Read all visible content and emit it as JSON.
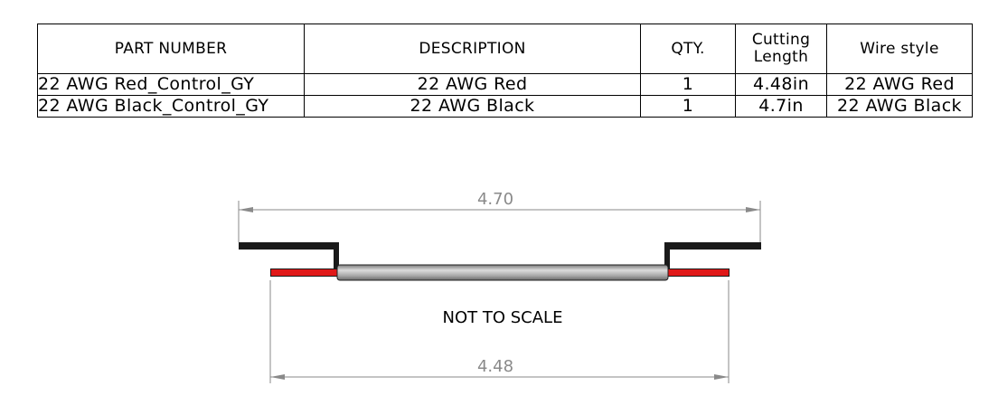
{
  "bom": {
    "headers": {
      "part_number": "PART NUMBER",
      "description": "DESCRIPTION",
      "qty": "QTY.",
      "cutting_length_1": "Cutting",
      "cutting_length_2": "Length",
      "wire_style": "Wire style"
    },
    "rows": [
      {
        "part_number": "22 AWG Red_Control_GY",
        "description": "22 AWG Red",
        "qty": "1",
        "cutting_length": "4.48in",
        "wire_style": "22 AWG Red"
      },
      {
        "part_number": "22 AWG Black_Control_GY",
        "description": "22 AWG Black",
        "qty": "1",
        "cutting_length": "4.7in",
        "wire_style": "22 AWG Black"
      }
    ]
  },
  "drawing": {
    "top_dimension": "4.70",
    "bottom_dimension": "4.48",
    "note": "NOT TO SCALE",
    "colors": {
      "black_wire": "#1a1a1a",
      "red_wire": "#e01818",
      "sleeve": "#9a9a9a",
      "dimension_line": "#8a8a8a"
    }
  }
}
